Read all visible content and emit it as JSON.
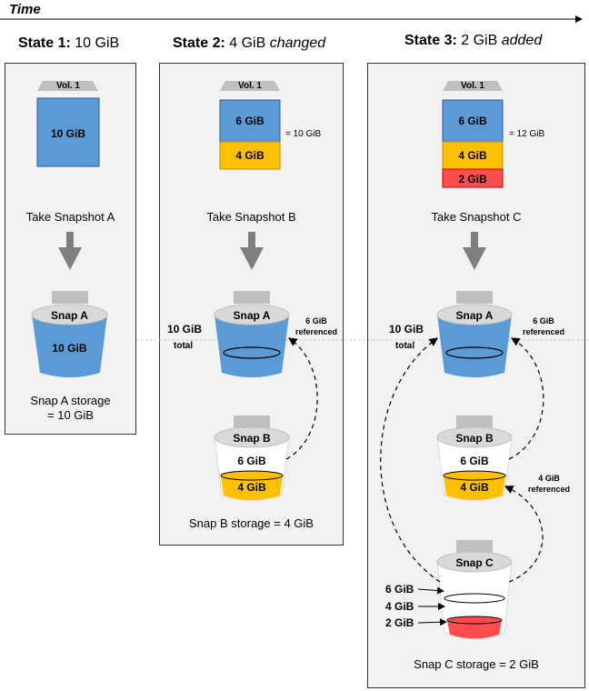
{
  "time_label": "Time",
  "states": [
    {
      "prefix": "State 1:",
      "rest": "10 GiB",
      "italic": ""
    },
    {
      "prefix": "State 2:",
      "rest": "4 GiB",
      "italic": "changed"
    },
    {
      "prefix": "State 3:",
      "rest": "2 GiB",
      "italic": "added"
    }
  ],
  "volume_label": "Vol. 1",
  "state1": {
    "volume_block": "10 GiB",
    "action": "Take Snapshot A",
    "snap_label": "Snap A",
    "snap_fill": "10 GiB",
    "storage_line1": "Snap A storage",
    "storage_line2": "= 10 GiB"
  },
  "state2": {
    "volume_blocks": [
      "6 GiB",
      "4 GiB"
    ],
    "volume_total": "= 10 GiB",
    "action": "Take Snapshot B",
    "snapA_label": "Snap A",
    "total_line1": "10 GiB",
    "total_line2": "total",
    "referenced_1": "6 GiB",
    "referenced_2": "referenced",
    "snapB_label": "Snap B",
    "snapB_outline": "6 GiB",
    "snapB_fill": "4 GiB",
    "storage": "Snap B storage = 4 GiB"
  },
  "state3": {
    "volume_blocks": [
      "6 GiB",
      "4 GiB",
      "2 GiB"
    ],
    "volume_total": "= 12 GiB",
    "action": "Take Snapshot C",
    "snapA_label": "Snap A",
    "total_line1": "10 GiB",
    "total_line2": "total",
    "ref6_1": "6 GiB",
    "ref6_2": "referenced",
    "snapB_label": "Snap B",
    "snapB_outline": "6 GiB",
    "snapB_fill": "4 GiB",
    "ref4_1": "4 GiB",
    "ref4_2": "referenced",
    "snapC_label": "Snap C",
    "snapC_levels": [
      "6 GiB",
      "4 GiB",
      "2 GiB"
    ],
    "storage": "Snap C storage = 2 GiB"
  },
  "colors": {
    "blue": "#5b9bd5",
    "yellow": "#ffc000",
    "red": "#ff4d4d",
    "panel": "#f2f2f2",
    "arrow_gray": "#7f7f7f"
  }
}
